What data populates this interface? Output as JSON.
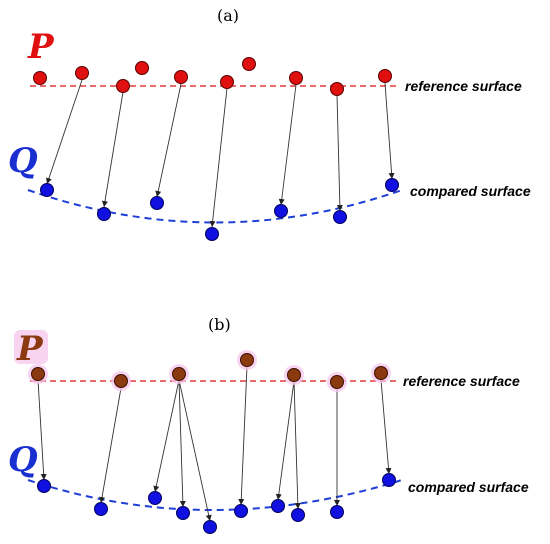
{
  "panel_a": {
    "label": "(a)",
    "p_letter": "P",
    "q_letter": "Q",
    "reference_label": "reference surface",
    "compared_label": "compared surface"
  },
  "panel_b": {
    "label": "(b)",
    "p_letter": "P",
    "q_letter": "Q",
    "reference_label": "reference surface",
    "compared_label": "compared surface"
  },
  "colors": {
    "p_letter_a": "#e01010",
    "p_letter_b": "#8b3a10",
    "q_letter": "#1a2fd0",
    "reference_line": "#e23a3a",
    "compared_line": "#1f3fd6"
  }
}
